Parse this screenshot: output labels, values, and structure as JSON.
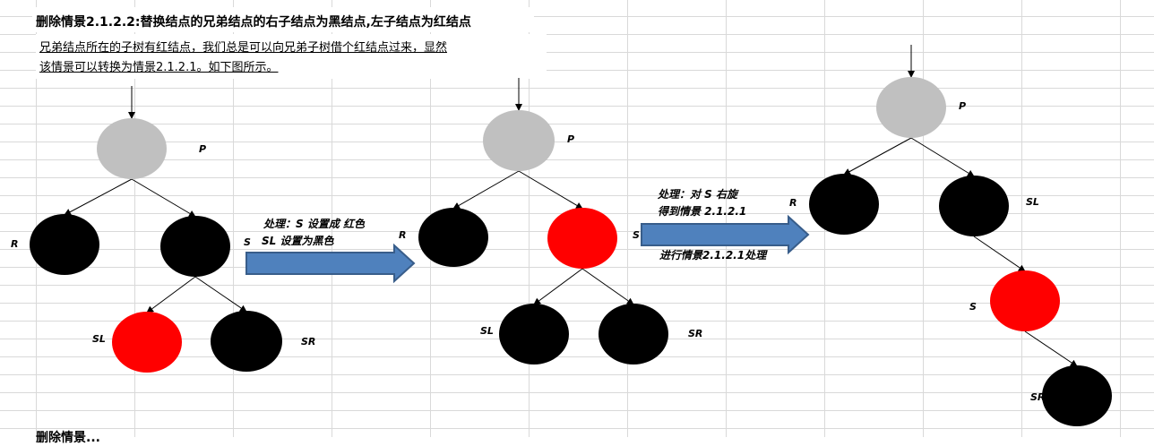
{
  "heading": "删除情景2.1.2.2:替换结点的兄弟结点的右子结点为黑结点,左子结点为红结点",
  "description": {
    "line1": "兄弟结点所在的子树有红结点，我们总是可以向兄弟子树借个红结点过来，显然",
    "line2": "该情景可以转换为情景2.1.2.1。如下图所示。"
  },
  "step1": {
    "line1": "处理：S  设置成 红色",
    "line2": "SL 设置为黑色"
  },
  "step2": {
    "line1": "处理：对 S 右旋",
    "line2": "得到情景 2.1.2.1",
    "line3": "进行情景2.1.2.1处理"
  },
  "footer_partial": "删除情景...",
  "colors": {
    "gray": "#c0c0c0",
    "red": "#ff0000",
    "black": "#000000",
    "arrow_fill": "#4f81bd",
    "arrow_stroke": "#385d8a",
    "grid": "#d9d9d9"
  },
  "trees": [
    {
      "name": "before",
      "nodes": [
        {
          "id": "P",
          "label": "P",
          "color": "gray"
        },
        {
          "id": "R",
          "label": "R",
          "color": "black"
        },
        {
          "id": "S",
          "label": "S",
          "color": "black"
        },
        {
          "id": "SL",
          "label": "SL",
          "color": "red"
        },
        {
          "id": "SR",
          "label": "SR",
          "color": "black"
        }
      ],
      "edges": [
        [
          "P",
          "R"
        ],
        [
          "P",
          "S"
        ],
        [
          "S",
          "SL"
        ],
        [
          "S",
          "SR"
        ]
      ]
    },
    {
      "name": "after-recolor",
      "nodes": [
        {
          "id": "P",
          "label": "P",
          "color": "gray"
        },
        {
          "id": "R",
          "label": "R",
          "color": "black"
        },
        {
          "id": "S",
          "label": "S",
          "color": "red"
        },
        {
          "id": "SL",
          "label": "SL",
          "color": "black"
        },
        {
          "id": "SR",
          "label": "SR",
          "color": "black"
        }
      ],
      "edges": [
        [
          "P",
          "R"
        ],
        [
          "P",
          "S"
        ],
        [
          "S",
          "SL"
        ],
        [
          "S",
          "SR"
        ]
      ]
    },
    {
      "name": "after-rotate",
      "nodes": [
        {
          "id": "P",
          "label": "P",
          "color": "gray"
        },
        {
          "id": "R",
          "label": "R",
          "color": "black"
        },
        {
          "id": "SL",
          "label": "SL",
          "color": "black"
        },
        {
          "id": "S",
          "label": "S",
          "color": "red"
        },
        {
          "id": "SR",
          "label": "SR",
          "color": "black"
        }
      ],
      "edges": [
        [
          "P",
          "R"
        ],
        [
          "P",
          "SL"
        ],
        [
          "SL",
          "S"
        ],
        [
          "S",
          "SR"
        ]
      ]
    }
  ]
}
